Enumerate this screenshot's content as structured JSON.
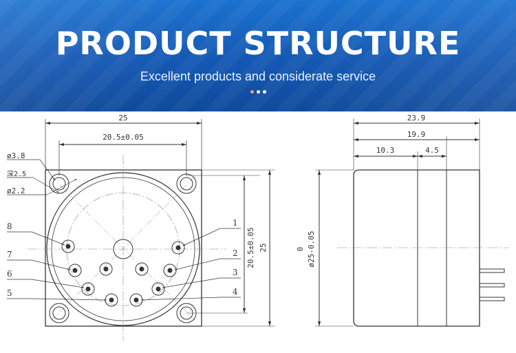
{
  "banner": {
    "title": "PRODUCT STRUCTURE",
    "subtitle": "Excellent products and considerate service",
    "dots": [
      "#f6a25a",
      "#ffffff",
      "#ffffff"
    ]
  },
  "front_view": {
    "width": "25",
    "hole_spacing": "20.5±0.05",
    "hole_dia": "ø3.8",
    "counterbore": "深2.5",
    "pin_dia": "ø2.2",
    "height": "25",
    "hole_spacing_v": "20.5±0.05",
    "pins": [
      "1",
      "2",
      "3",
      "4",
      "5",
      "6",
      "7",
      "8"
    ]
  },
  "side_view": {
    "total_length": "23.9",
    "body_length": "19.9",
    "segment_a": "10.3",
    "segment_b": "4.5",
    "diameter_tol": "0",
    "diameter": "ø25-0.05"
  },
  "colors": {
    "banner": "#1558b3",
    "line": "#333333",
    "centerline": "#888888"
  }
}
